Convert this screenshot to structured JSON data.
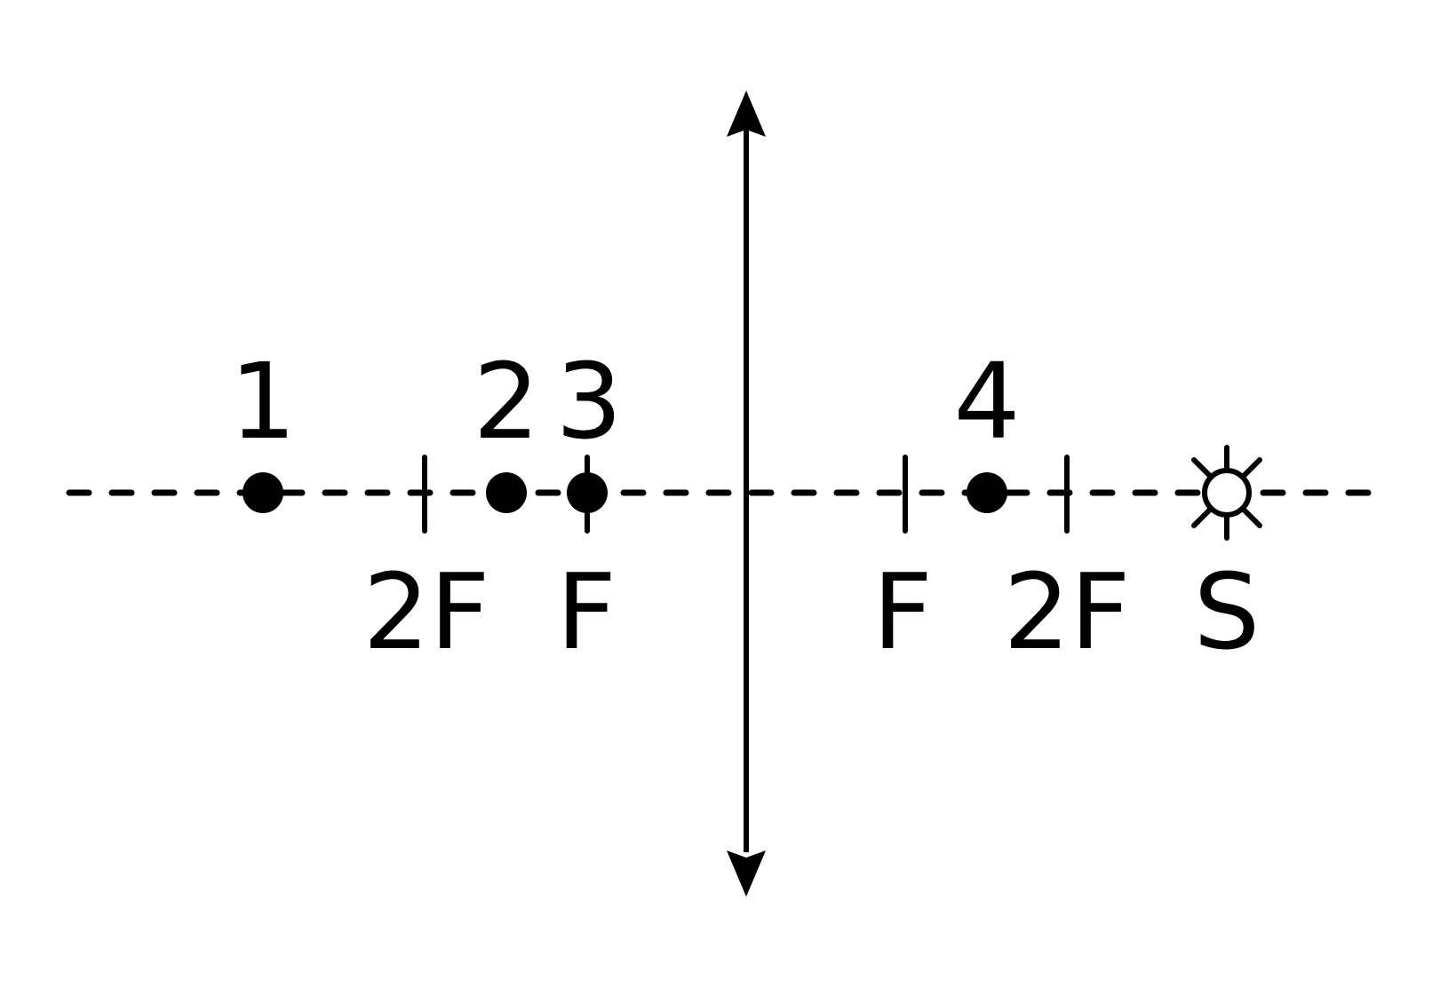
{
  "diagram": {
    "line_color": "#000000",
    "background": "#ffffff",
    "point_labels": [
      "1",
      "2",
      "3",
      "4"
    ],
    "tick_labels": [
      "2F",
      "F",
      "F",
      "2F"
    ],
    "source_label": "S",
    "source_icon": "sun-icon",
    "lens_icon": "double-arrow-icon"
  }
}
